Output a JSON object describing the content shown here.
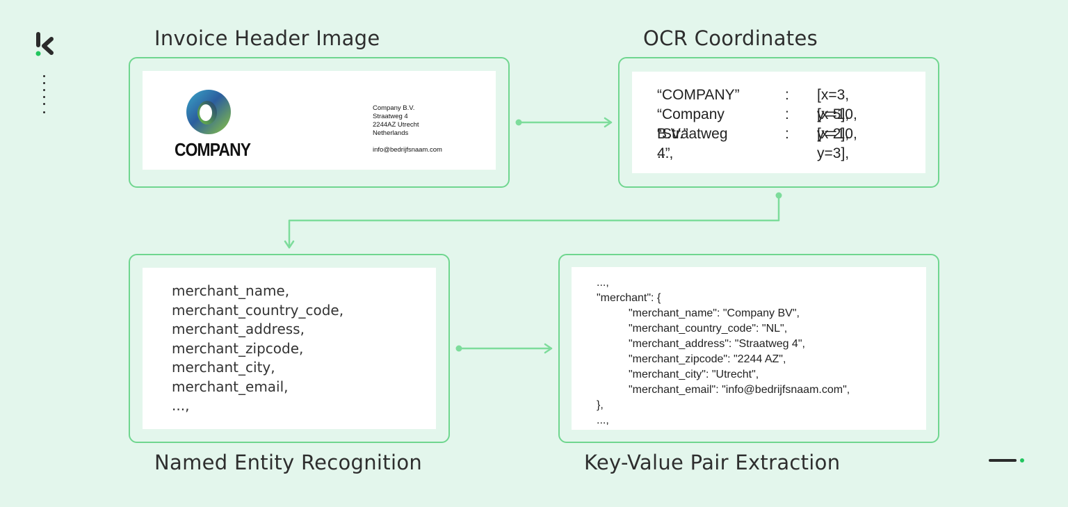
{
  "titles": {
    "invoice_header": "Invoice Header Image",
    "ocr": "OCR Coordinates",
    "ner": "Named Entity Recognition",
    "kv": "Key-Value Pair Extraction"
  },
  "invoice": {
    "logo_text": "COMPANY",
    "address_lines": [
      "Company B.V.",
      "Straatweg 4",
      "2244AZ Utrecht",
      "Netherlands"
    ],
    "email": "info@bedrijfsnaam.com"
  },
  "ocr_rows": [
    {
      "token": "“COMPANY”",
      "sep": ":",
      "coords": "[x=3,  y=5],"
    },
    {
      "token": "“Company B.V.”",
      "sep": ":",
      "coords": "[x=10, y=2],"
    },
    {
      "token": "“Straatweg 4”",
      "sep": ":",
      "coords": "[x=10, y=3],"
    },
    {
      "token": "...,",
      "sep": "",
      "coords": ""
    }
  ],
  "ner_lines": [
    "merchant_name,",
    "merchant_country_code,",
    "merchant_address,",
    "merchant_zipcode,",
    "merchant_city,",
    "merchant_email,",
    "...,"
  ],
  "kv_lines": [
    "...,",
    "\"merchant\": {",
    "\"merchant_name\": \"Company BV\",",
    "\"merchant_country_code\": \"NL\",",
    "\"merchant_address\": \"Straatweg 4\",",
    "\"merchant_zipcode\": \"2244 AZ\",",
    "\"merchant_city\": \"Utrecht\",",
    "\"merchant_email\": \"info@bedrijfsnaam.com\",",
    "},",
    "...,"
  ],
  "colors": {
    "background": "#e3f6ec",
    "accent_green": "#6fd68f",
    "logo_dot": "#22c55e"
  },
  "icons": {
    "brand_logo": "k-logo-icon",
    "vertical_dots": "vertical-dots-icon",
    "corner_mark": "dash-dot-icon",
    "company_logo": "ring-logo-icon"
  }
}
